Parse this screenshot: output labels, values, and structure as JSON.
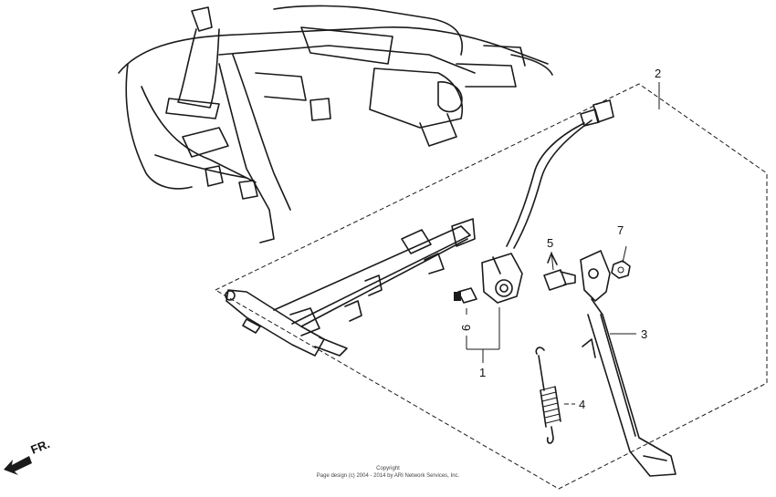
{
  "callouts": {
    "c1": "1",
    "c2": "2",
    "c3": "3",
    "c4": "4",
    "c5": "5",
    "c6": "6",
    "c7": "7"
  },
  "direction": {
    "label": "FR."
  },
  "copyright": {
    "line1": "Copyright",
    "line2": "Page design (c) 2004 - 2014 by ARI Network Services, Inc."
  }
}
